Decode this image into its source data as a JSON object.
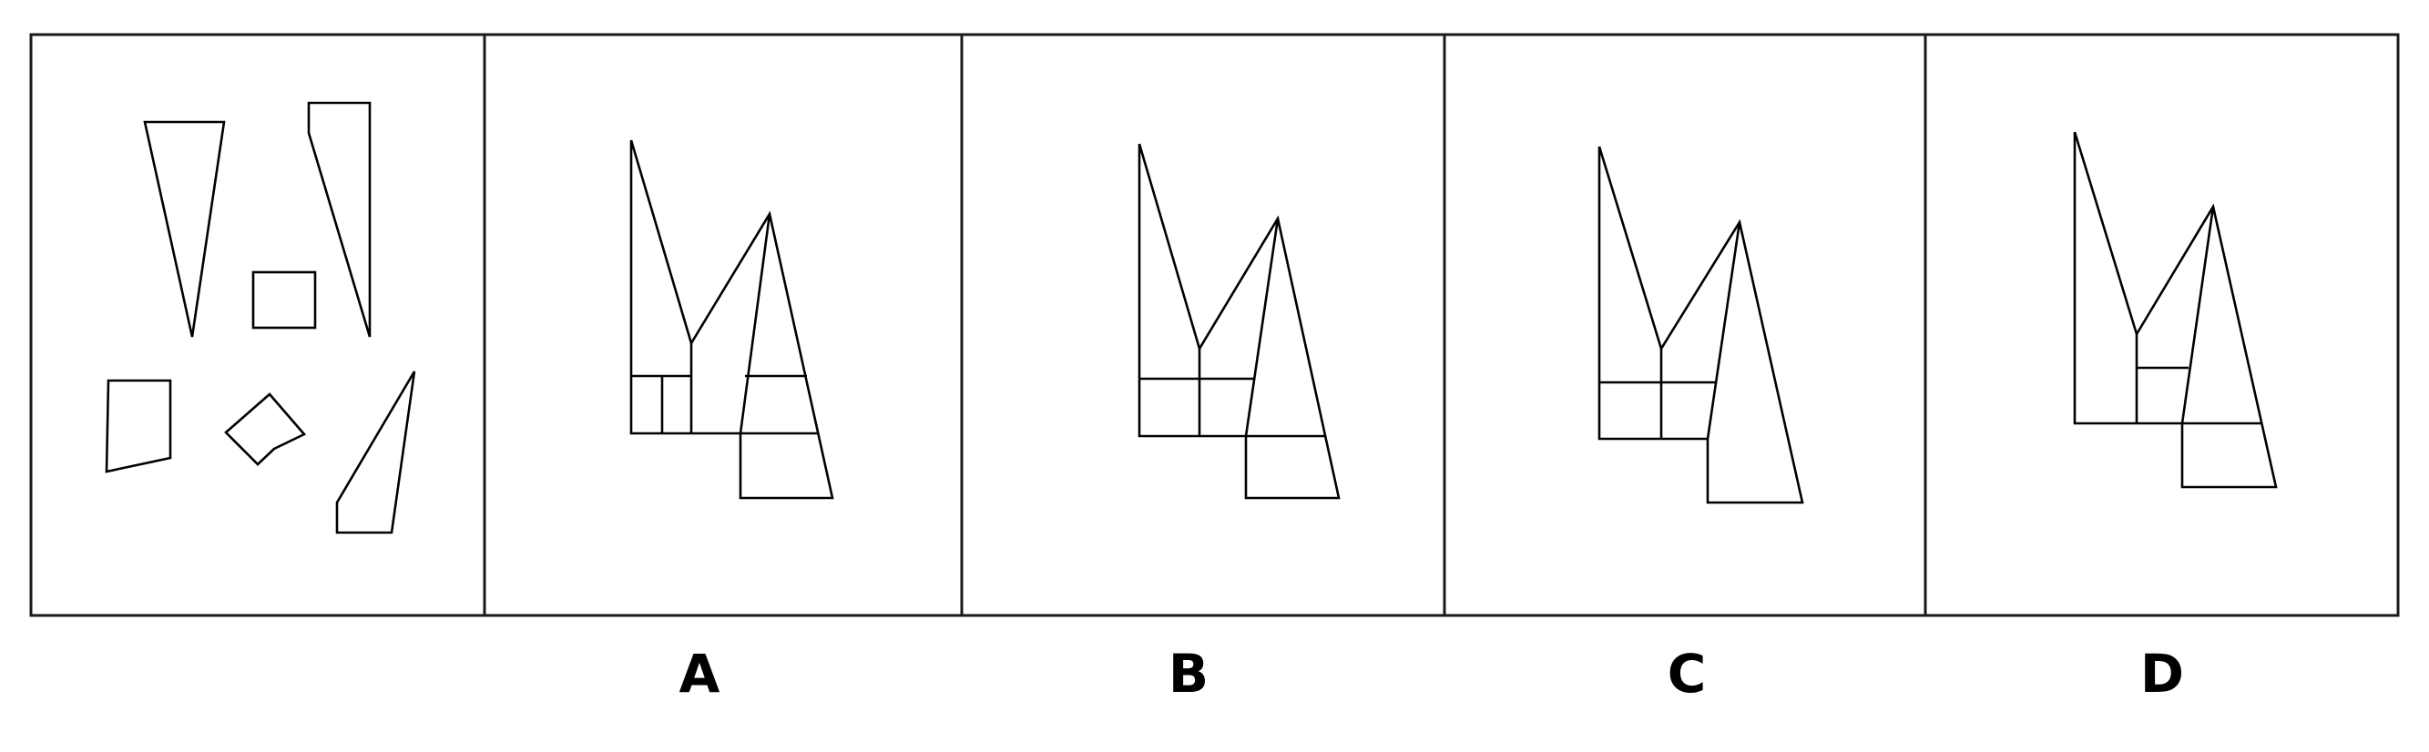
{
  "figure": {
    "panel_count": 5,
    "stroke_color": "#000000",
    "background_color": "#ffffff"
  },
  "options": [
    {
      "label": "A"
    },
    {
      "label": "B"
    },
    {
      "label": "C"
    },
    {
      "label": "D"
    }
  ]
}
